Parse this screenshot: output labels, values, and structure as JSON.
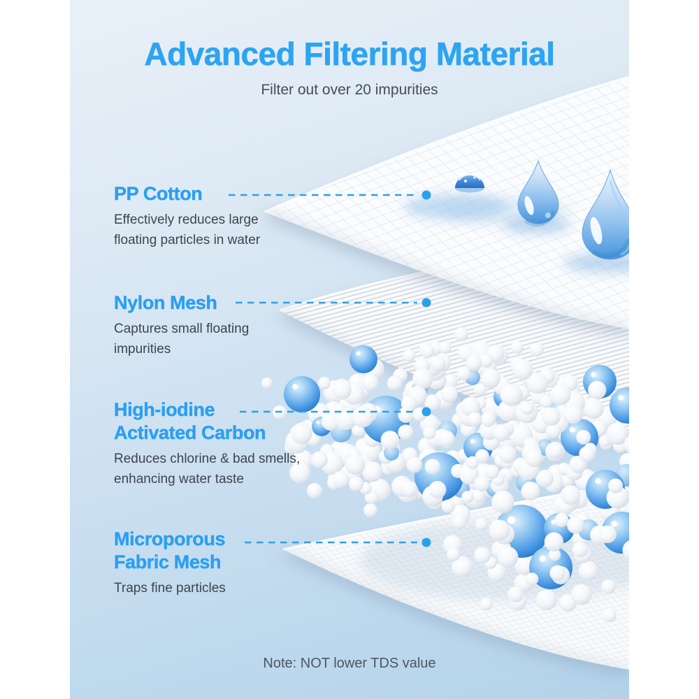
{
  "header": {
    "title": "Advanced Filtering Material",
    "subtitle": "Filter out over 20 impurities"
  },
  "callouts": [
    {
      "title": "PP Cotton",
      "title_lines": [
        "PP Cotton"
      ],
      "description": "Effectively reduces large floating particles in water",
      "desc_lines": [
        "Effectively reduces large",
        "floating particles in water"
      ]
    },
    {
      "title": "Nylon Mesh",
      "title_lines": [
        "Nylon Mesh"
      ],
      "description": "Captures small floating impurities",
      "desc_lines": [
        "Captures small floating",
        "impurities"
      ]
    },
    {
      "title": "High-iodine Activated Carbon",
      "title_lines": [
        "High-iodine",
        "Activated Carbon"
      ],
      "description": "Reduces chlorine & bad smells, enhancing water taste",
      "desc_lines": [
        "Reduces chlorine & bad smells,",
        "enhancing water taste"
      ]
    },
    {
      "title": "Microporous Fabric Mesh",
      "title_lines": [
        "Microporous",
        "Fabric Mesh"
      ],
      "description": "Traps fine particles",
      "desc_lines": [
        "Traps fine particles"
      ]
    }
  ],
  "footer": {
    "note": "Note: NOT lower TDS value"
  },
  "colors": {
    "accent_blue": "#2EA4F1",
    "heading_blue": "#2B9FF2",
    "body_text": "#3D444D",
    "subtitle_text": "#464D56",
    "note_text": "#4E565E",
    "background_top": "#E9F0F8",
    "background_bottom": "#B3D3EA",
    "leader_line": "#2D9FE8",
    "droplet_blue": "#5EA0DD",
    "bead_blue": "#3C92E0",
    "bead_white": "#FFFFFF"
  },
  "illustration": {
    "layers": [
      "pp-cotton-mesh-sheet",
      "water-droplets",
      "nylon-mesh-sheet",
      "activated-carbon-beads",
      "microporous-fabric-sheet"
    ]
  }
}
